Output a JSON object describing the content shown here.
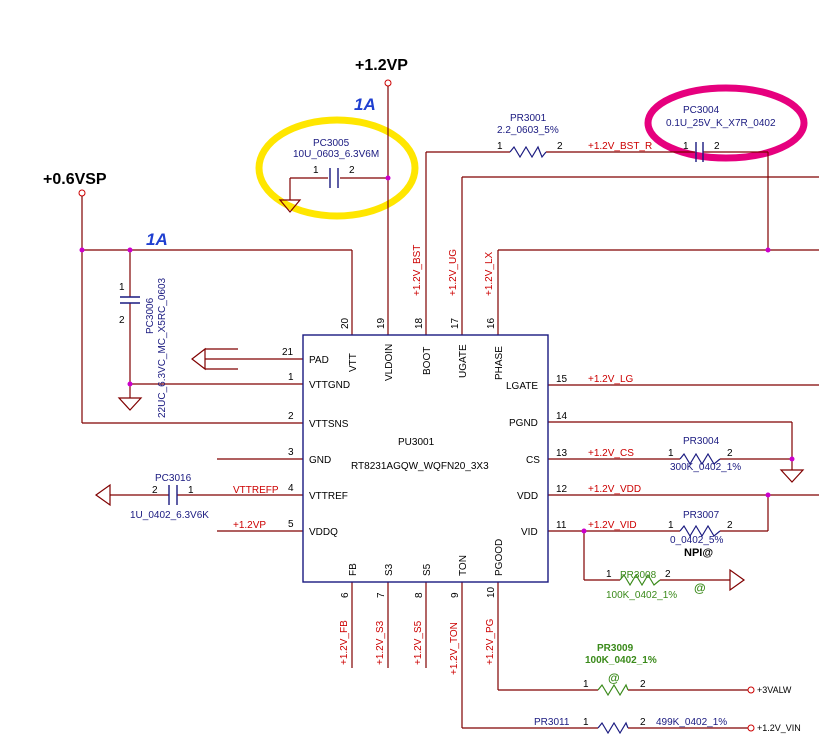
{
  "power_rails": {
    "vp": "+1.2VP",
    "vsp": "+0.6VSP"
  },
  "current_labels": [
    "1A",
    "1A"
  ],
  "ic": {
    "ref": "PU3001",
    "value": "RT8231AGQW_WQFN20_3X3",
    "left_pins": [
      {
        "num": "21",
        "name": "PAD"
      },
      {
        "num": "1",
        "name": "VTTGND"
      },
      {
        "num": "2",
        "name": "VTTSNS"
      },
      {
        "num": "3",
        "name": "GND"
      },
      {
        "num": "4",
        "name": "VTTREF"
      },
      {
        "num": "5",
        "name": "VDDQ"
      }
    ],
    "top_pins": [
      {
        "num": "20",
        "name": "VTT"
      },
      {
        "num": "19",
        "name": "VLDOIN"
      },
      {
        "num": "18",
        "name": "BOOT"
      },
      {
        "num": "17",
        "name": "UGATE"
      },
      {
        "num": "16",
        "name": "PHASE"
      }
    ],
    "right_pins": [
      {
        "num": "15",
        "name": "LGATE"
      },
      {
        "num": "14",
        "name": "PGND"
      },
      {
        "num": "13",
        "name": "CS"
      },
      {
        "num": "12",
        "name": "VDD"
      },
      {
        "num": "11",
        "name": "VID"
      }
    ],
    "bottom_pins": [
      {
        "num": "6",
        "name": "FB"
      },
      {
        "num": "7",
        "name": "S3"
      },
      {
        "num": "8",
        "name": "S5"
      },
      {
        "num": "9",
        "name": "TON"
      },
      {
        "num": "10",
        "name": "PGOOD"
      }
    ]
  },
  "nets": {
    "bst": "+1.2V_BST",
    "bst_r": "+1.2V_BST_R",
    "ug": "+1.2V_UG",
    "lx": "+1.2V_LX",
    "lg": "+1.2V_LG",
    "cs": "+1.2V_CS",
    "vdd": "+1.2V_VDD",
    "vid": "+1.2V_VID",
    "vttrefp": "VTTREFP",
    "vp": "+1.2VP",
    "fb": "+1.2V_FB",
    "s3": "+1.2V_S3",
    "s5": "+1.2V_S5",
    "ton": "+1.2V_TON",
    "pg": "+1.2V_PG",
    "v3valw": "+3VALW",
    "vin": "+1.2V_VIN"
  },
  "components": {
    "pc3005": {
      "ref": "PC3005",
      "value": "10U_0603_6.3V6M",
      "p1": "1",
      "p2": "2"
    },
    "pc3004": {
      "ref": "PC3004",
      "value": "0.1U_25V_K_X7R_0402",
      "p1": "1",
      "p2": "2"
    },
    "pr3001": {
      "ref": "PR3001",
      "value": "2.2_0603_5%",
      "p1": "1",
      "p2": "2"
    },
    "pc3006": {
      "ref": "PC3006",
      "value": "22UC_6.3VC_MC_X5RC_0603",
      "p1": "1",
      "p2": "2"
    },
    "pc3016": {
      "ref": "PC3016",
      "value": "1U_0402_6.3V6K",
      "p1": "2",
      "p2": "1"
    },
    "pr3004": {
      "ref": "PR3004",
      "value": "300K_0402_1%",
      "p1": "1",
      "p2": "2"
    },
    "pr3007": {
      "ref": "PR3007",
      "value": "0_0402_5%",
      "p1": "1",
      "p2": "2",
      "note": "NPI@"
    },
    "pr3008": {
      "ref": "PR3008",
      "value": "100K_0402_1%",
      "p1": "1",
      "p2": "2",
      "mark": "@"
    },
    "pr3009": {
      "ref": "PR3009",
      "value": "100K_0402_1%",
      "p1": "1",
      "p2": "2",
      "mark": "@"
    },
    "pr3011": {
      "ref": "PR3011",
      "value": "499K_0402_1%",
      "p1": "1",
      "p2": "2"
    }
  },
  "colors": {
    "wire": "#800000",
    "ic_outline": "#1a1a80",
    "junction": "#cc00cc",
    "highlight_yellow": "#ffe600",
    "highlight_magenta": "#e6007e",
    "net_text": "#cc0000",
    "nopop_text": "#3a8a1a",
    "current_text": "#1f3fd0"
  }
}
